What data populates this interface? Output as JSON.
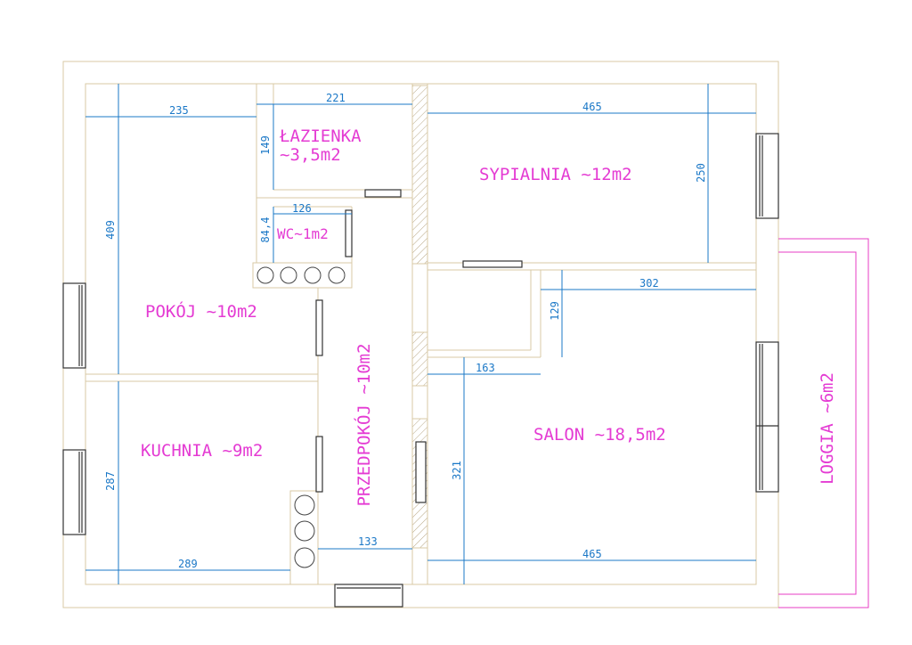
{
  "colors": {
    "room_label": "#e43bd3",
    "dimension": "#1b78c7",
    "wall": "#d9caa5",
    "loggia_outline": "#e73cc4",
    "window_frame": "#333333",
    "hatch": "#b9a887"
  },
  "rooms": {
    "lazienka_line1": "ŁAZIENKA",
    "lazienka_line2": "~3,5m2",
    "sypialnia": "SYPIALNIA ~12m2",
    "wc": "WC~1m2",
    "pokoj": "POKÓJ ~10m2",
    "kuchnia": "KUCHNIA ~9m2",
    "przedpokoj": "PRZEDPOKÓJ ~10m2",
    "salon": "SALON ~18,5m2",
    "loggia": "LOGGIA ~6m2"
  },
  "dimensions": {
    "d235": "235",
    "d221": "221",
    "d465_top": "465",
    "d149": "149",
    "d250": "250",
    "d409": "409",
    "d126": "126",
    "d84": "84,4",
    "d302": "302",
    "d129": "129",
    "d163": "163",
    "d321": "321",
    "d287": "287",
    "d133": "133",
    "d289": "289",
    "d465_bottom": "465"
  }
}
